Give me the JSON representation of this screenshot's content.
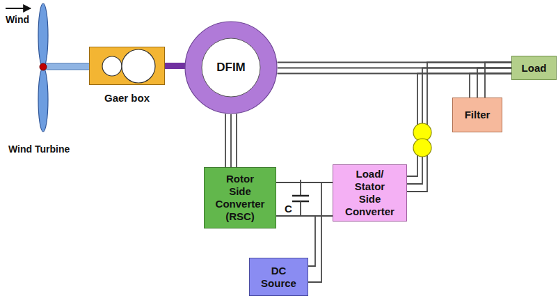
{
  "diagram": {
    "nodes": [
      {
        "text": [
          "Gaer box"
        ]
      },
      {
        "text": [
          "DFIM"
        ]
      },
      {
        "text": [
          "Rotor Side Converter (RSC)"
        ]
      },
      {
        "text": [
          "Load/ Stator Side Converter"
        ]
      },
      {
        "text": [
          "DC Source"
        ]
      },
      {
        "text": [
          "Filter"
        ]
      },
      {
        "text": [
          "Load"
        ]
      }
    ],
    "edges": [
      {
        "from": 0,
        "to": 1,
        "arrow": "none"
      },
      {
        "from": 1,
        "to": 6,
        "arrow": "none"
      },
      {
        "from": 1,
        "to": 2,
        "arrow": "none"
      },
      {
        "from": 2,
        "to": 3,
        "arrow": "none"
      },
      {
        "from": 4,
        "to": 3,
        "arrow": "none"
      },
      {
        "from": 3,
        "to": 6,
        "arrow": "none"
      },
      {
        "from": 5,
        "to": 6,
        "arrow": "none"
      }
    ],
    "labels": [
      "Wind",
      "Wind Turbine",
      "C"
    ]
  }
}
